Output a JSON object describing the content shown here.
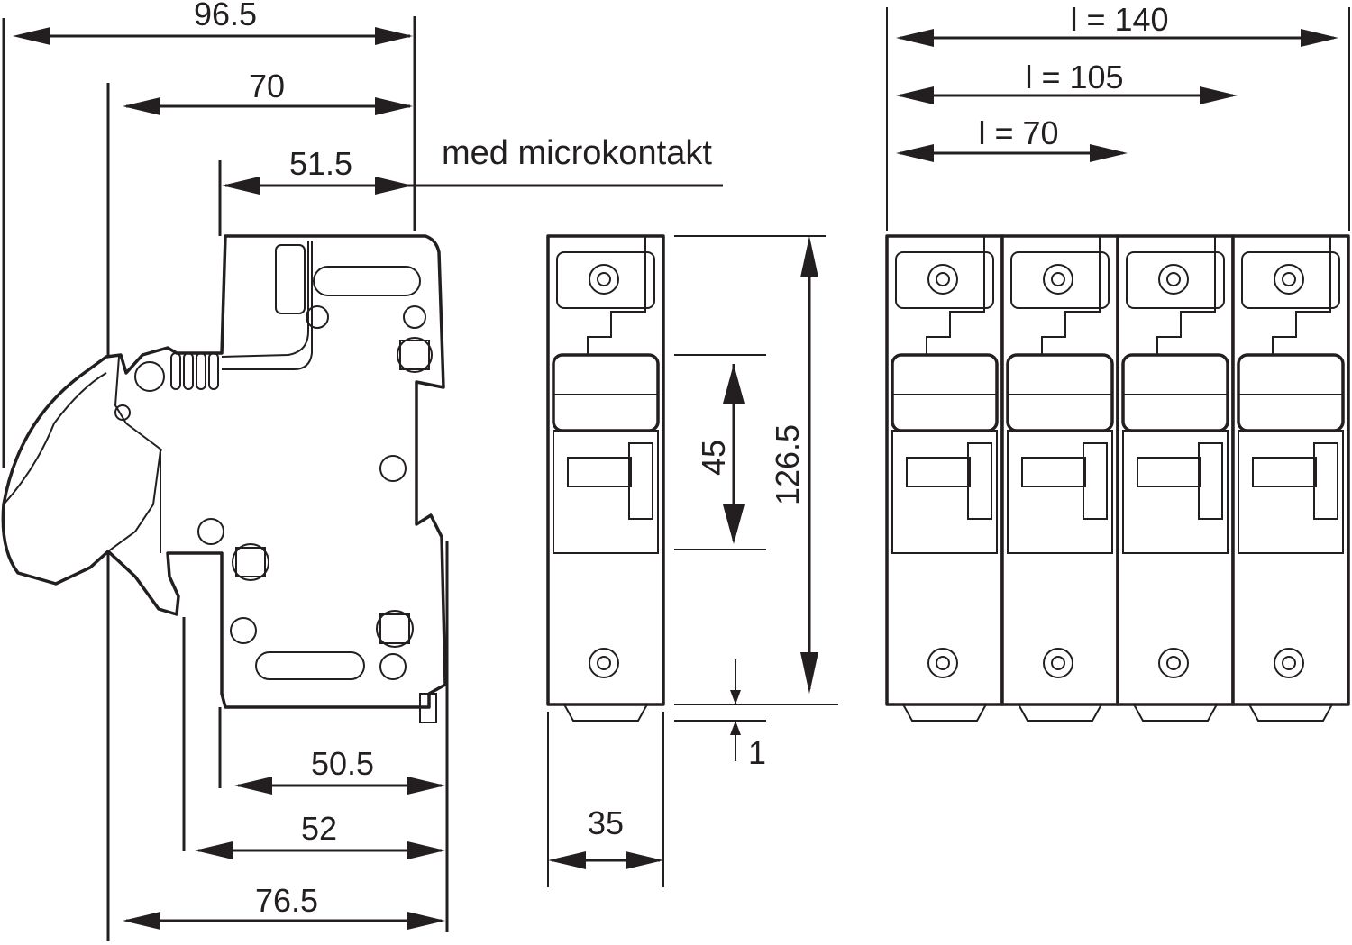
{
  "side_view": {
    "dims": {
      "overall_width": "96.5",
      "width_70": "70",
      "width_51_5": "51.5",
      "width_50_5": "50.5",
      "width_52": "52",
      "width_76_5": "76.5"
    },
    "note": "med microkontakt"
  },
  "front_view": {
    "dims": {
      "module_width": "35",
      "height": "126.5",
      "window_height": "45",
      "offset": "1"
    }
  },
  "multi_view": {
    "lengths": [
      "l = 140",
      "l = 105",
      "l = 70"
    ]
  }
}
